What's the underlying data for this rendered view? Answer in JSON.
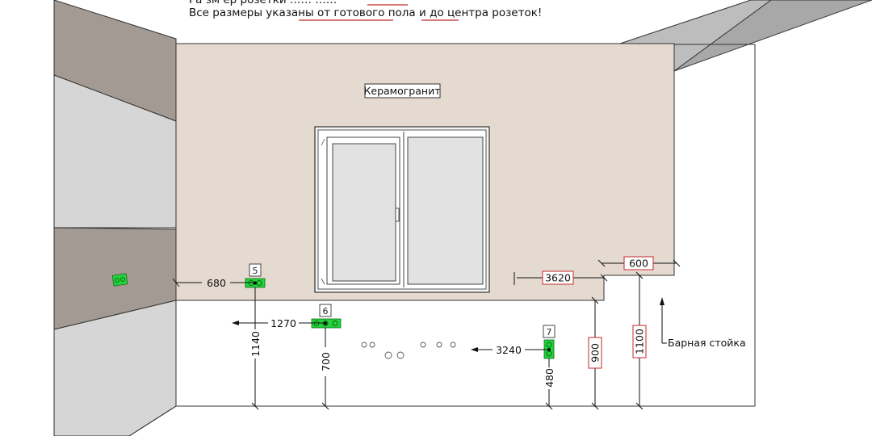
{
  "notes": {
    "line1": "Ра  зм  ер  розетки  ……  ……",
    "line2_part1": "Все размеры указаны ",
    "line2_part2": "от готового пола",
    "line2_part3": " и ",
    "line2_part4": "до центра",
    "line2_part5": " розеток!"
  },
  "labels": {
    "material": "Керамогранит",
    "bar_counter": "Барная стойка"
  },
  "sockets": [
    {
      "id": "5",
      "tag": "5"
    },
    {
      "id": "6",
      "tag": "6"
    },
    {
      "id": "7",
      "tag": "7"
    }
  ],
  "dimensions": {
    "d680": "680",
    "d1270": "1270",
    "d3240": "3240",
    "d3620": "3620",
    "d600": "600",
    "d1140": "1140",
    "d700": "700",
    "d480": "480",
    "d900": "900",
    "d1100": "1100"
  },
  "colors": {
    "wall_tile": "#e5dad0",
    "side_dark": "#a39a93",
    "side_light": "#d6d6d6",
    "socket_green": "#22d33a",
    "dim_red": "#c62828"
  }
}
